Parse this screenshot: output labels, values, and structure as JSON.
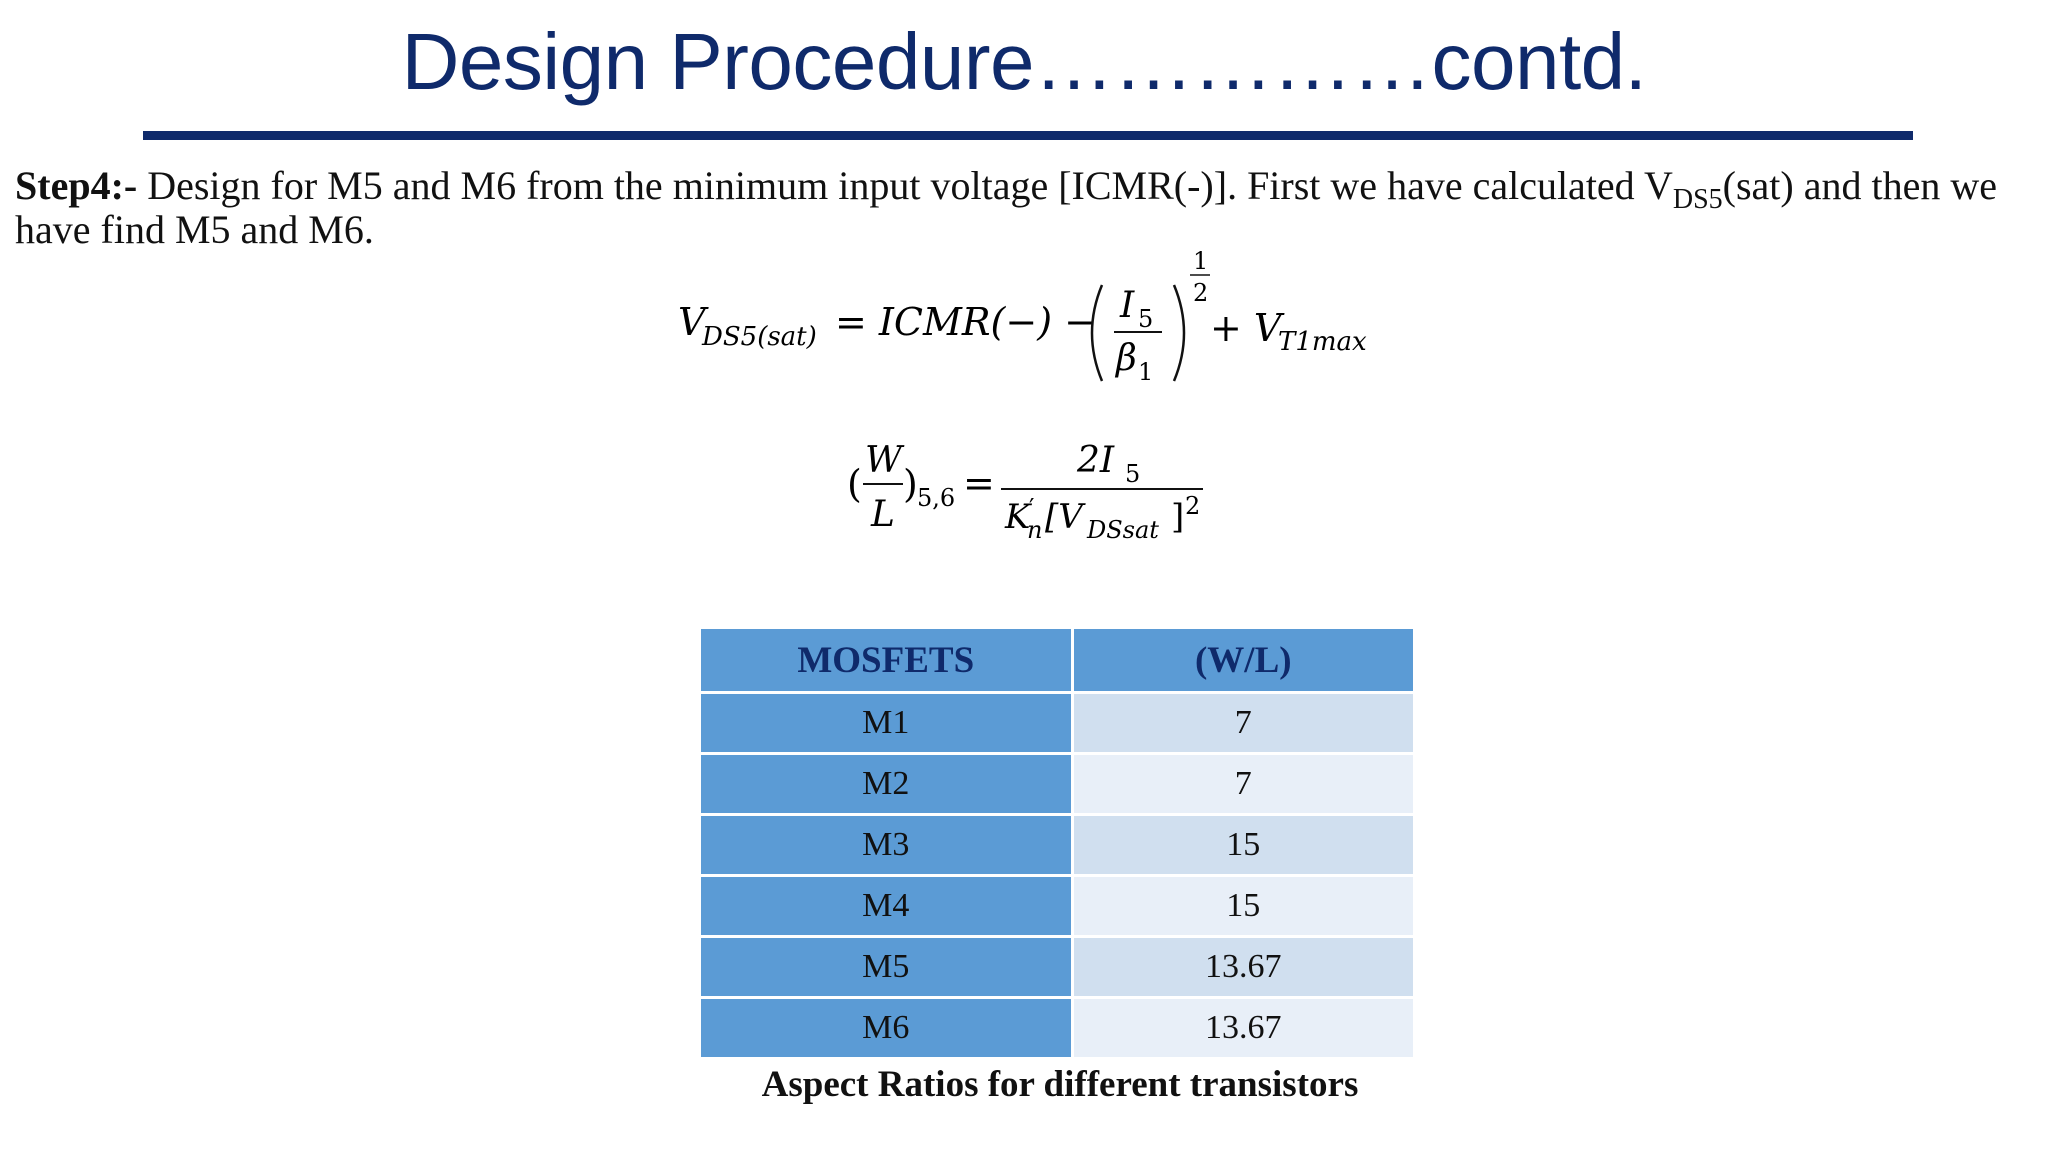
{
  "title": "Design Procedure……………contd.",
  "step": {
    "label": "Step4:-",
    "text_before": " Design for M5 and M6 from the minimum input voltage [ICMR(-)]. First we have calculated V",
    "sub": "DS5",
    "text_after": "(sat) and then we have find M5 and M6."
  },
  "equation1": {
    "lhs": "V",
    "lhs_sub": "DS5(sat)",
    "eq": "= ICMR(−) −",
    "num": "I",
    "num_sub": "5",
    "den": "β",
    "den_sub": "1",
    "exp_num": "1",
    "exp_den": "2",
    "plus": "+ V",
    "plus_sub": "T1max"
  },
  "equation2": {
    "frac_num": "W",
    "frac_den": "L",
    "sub": "5,6",
    "eq": "=",
    "num": "2I",
    "num_sub": "5",
    "den_k": "K",
    "den_k_sup": "′",
    "den_k_sub": "n",
    "den_v": "[V",
    "den_v_sub": "DSsat",
    "den_close": "]",
    "den_sup": "2"
  },
  "table": {
    "headers": [
      "MOSFETS",
      "(W/L)"
    ],
    "rows": [
      [
        "M1",
        "7"
      ],
      [
        "M2",
        "7"
      ],
      [
        "M3",
        "15"
      ],
      [
        "M4",
        "15"
      ],
      [
        "M5",
        "13.67"
      ],
      [
        "M6",
        "13.67"
      ]
    ]
  },
  "caption": "Aspect Ratios for different transistors",
  "colors": {
    "title": "#0f2a6b",
    "header_bg": "#5b9bd5",
    "row_light": "#e8eff8",
    "row_mid": "#d0dfef"
  }
}
